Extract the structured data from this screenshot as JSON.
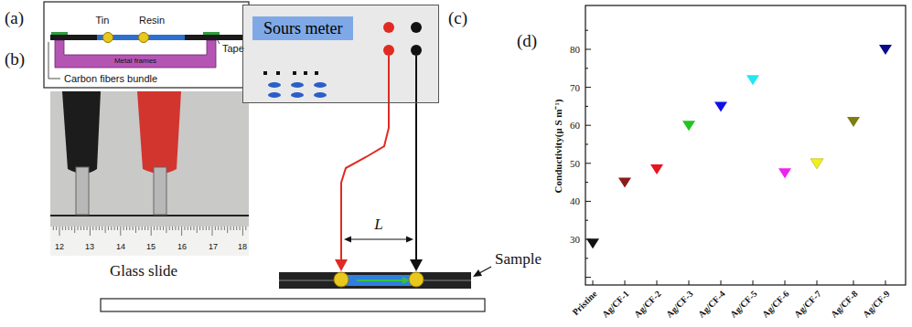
{
  "diagram": {
    "nodes": [
      {
        "text": [
          "Sours meter"
        ]
      }
    ],
    "labels": [
      "(a)",
      "Tin",
      "Resin",
      "Tape",
      "Carbon fibers bundle",
      "Metal frames",
      "(b)",
      "12",
      "13",
      "14",
      "15",
      "16",
      "17",
      "18",
      "(c)",
      "L",
      "Sample",
      "Glass slide",
      "(d)",
      "Conductivity(μ S m⁻¹)",
      "30",
      "40",
      "50",
      "60",
      "70",
      "80",
      "Pristine",
      "Ag/CF-1",
      "Ag/CF-2",
      "Ag/CF-3",
      "Ag/CF-4",
      "Ag/CF-5",
      "Ag/CF-6",
      "Ag/CF-7",
      "Ag/CF-8",
      "Ag/CF-9"
    ]
  }
}
